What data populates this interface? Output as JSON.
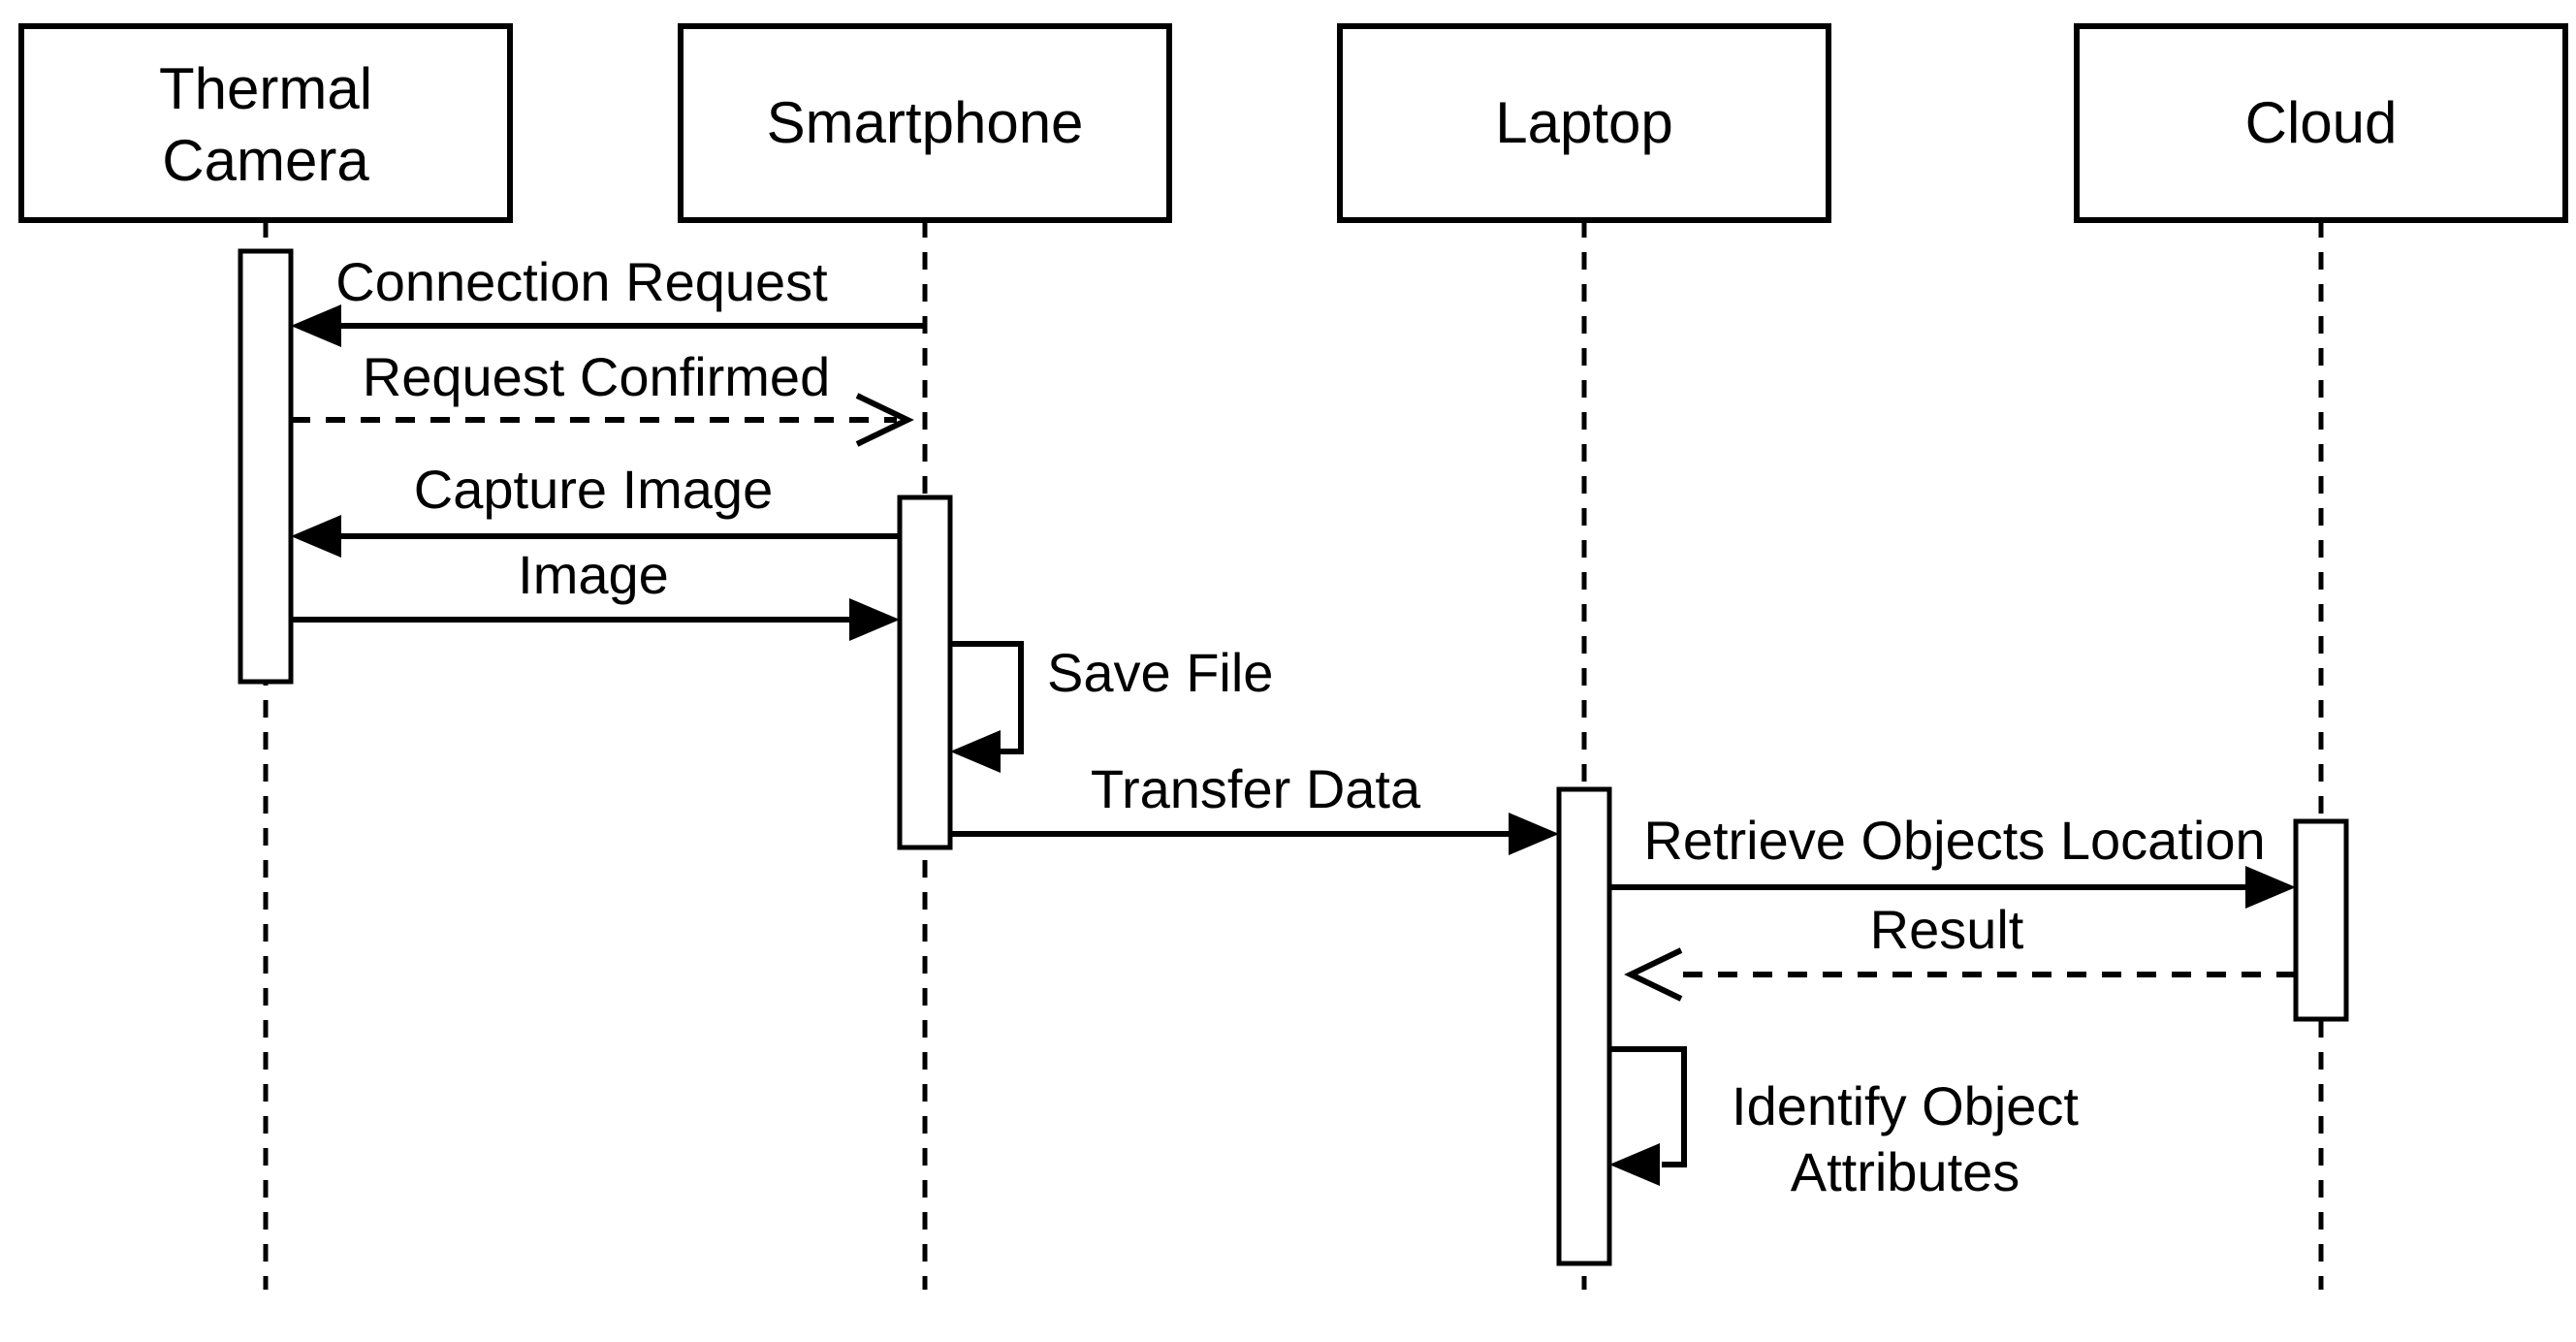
{
  "diagram": {
    "type": "uml-sequence-diagram",
    "colors": {
      "ink": "#000000",
      "background": "#ffffff"
    },
    "participants": [
      {
        "id": "thermal-camera",
        "label": "Thermal Camera",
        "label_lines": [
          "Thermal",
          "Camera"
        ]
      },
      {
        "id": "smartphone",
        "label": "Smartphone"
      },
      {
        "id": "laptop",
        "label": "Laptop"
      },
      {
        "id": "cloud",
        "label": "Cloud"
      }
    ],
    "messages": [
      {
        "label": "Connection Request",
        "from": "Smartphone",
        "to": "Thermal Camera",
        "line_style": "solid",
        "arrowhead": "filled",
        "direction": "left"
      },
      {
        "label": "Request Confirmed",
        "from": "Thermal Camera",
        "to": "Smartphone",
        "line_style": "dashed",
        "arrowhead": "open",
        "direction": "right"
      },
      {
        "label": "Capture Image",
        "from": "Smartphone",
        "to": "Thermal Camera",
        "line_style": "solid",
        "arrowhead": "filled",
        "direction": "left"
      },
      {
        "label": "Image",
        "from": "Thermal Camera",
        "to": "Smartphone",
        "line_style": "solid",
        "arrowhead": "filled",
        "direction": "right"
      },
      {
        "label": "Save File",
        "from": "Smartphone",
        "to": "Smartphone",
        "line_style": "solid",
        "arrowhead": "filled",
        "self_message": true
      },
      {
        "label": "Transfer Data",
        "from": "Smartphone",
        "to": "Laptop",
        "line_style": "solid",
        "arrowhead": "filled",
        "direction": "right"
      },
      {
        "label": "Retrieve Objects Location",
        "from": "Laptop",
        "to": "Cloud",
        "line_style": "solid",
        "arrowhead": "filled",
        "direction": "right"
      },
      {
        "label": "Result",
        "from": "Cloud",
        "to": "Laptop",
        "line_style": "dashed",
        "arrowhead": "open",
        "direction": "left"
      },
      {
        "label": "Identify Object Attributes",
        "label_lines": [
          "Identify Object",
          "Attributes"
        ],
        "from": "Laptop",
        "to": "Laptop",
        "line_style": "solid",
        "arrowhead": "filled",
        "self_message": true
      }
    ]
  }
}
